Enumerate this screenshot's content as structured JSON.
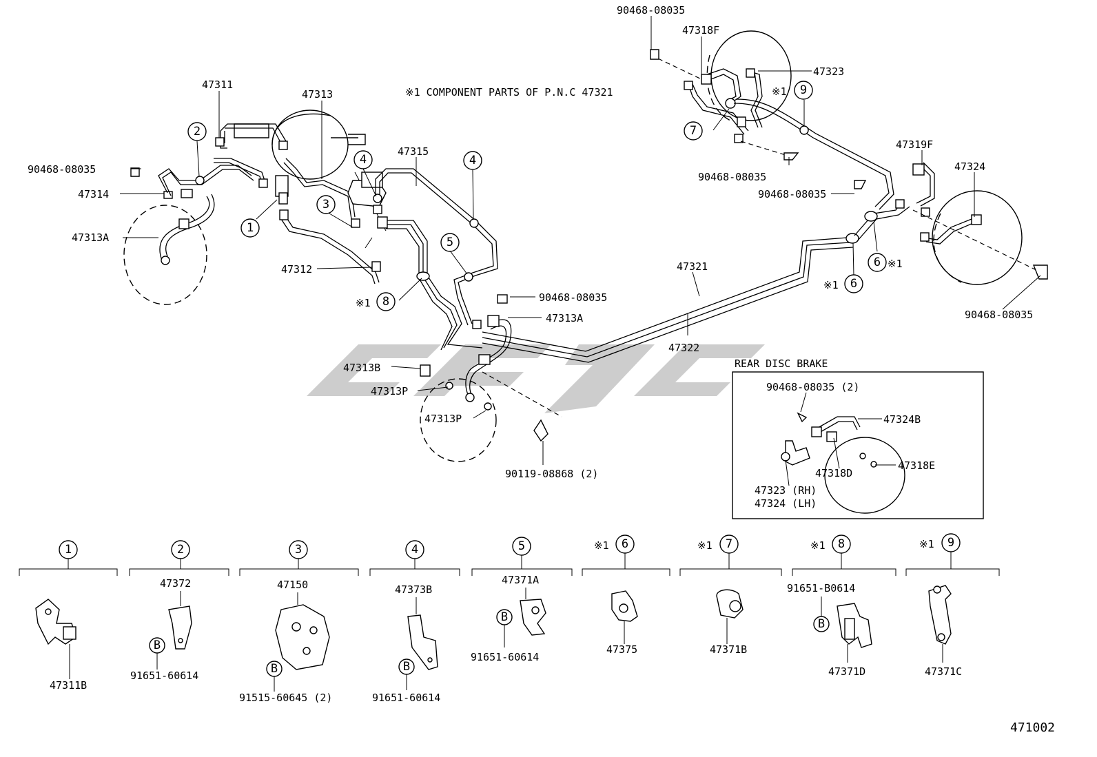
{
  "note": "※1 COMPONENT PARTS OF P.N.C 47321",
  "diagram_id": "471002",
  "rear_box_title": "REAR DISC BRAKE",
  "labels": {
    "p47311": "47311",
    "p47313": "47313",
    "p47315": "47315",
    "p90468_left": "90468-08035",
    "p47314": "47314",
    "p47313A_left": "47313A",
    "p47312": "47312",
    "p90468_mid": "90468-08035",
    "p47313A_mid": "47313A",
    "p47313B": "47313B",
    "p47313P_1": "47313P",
    "p47313P_2": "47313P",
    "p90119": "90119-08868 (2)",
    "p47321": "47321",
    "p47322": "47322",
    "p90468_top": "90468-08035",
    "p47318F": "47318F",
    "p47323": "47323",
    "p90468_r1": "90468-08035",
    "p90468_r2": "90468-08035",
    "p47319F": "47319F",
    "p47324": "47324",
    "p90468_r3": "90468-08035",
    "box_90468": "90468-08035 (2)",
    "box_47324B": "47324B",
    "box_47318D": "47318D",
    "box_47318E": "47318E",
    "box_47323": "47323 (RH)",
    "box_47324": "47324 (LH)"
  },
  "callouts": {
    "c1": "1",
    "c2": "2",
    "c3": "3",
    "c4a": "4",
    "c4b": "4",
    "c5": "5",
    "c6a": "6",
    "c6b": "6",
    "c7": "7",
    "c8": "8",
    "c9": "9",
    "mark": "※1"
  },
  "legend": [
    {
      "num": "1",
      "mark": "",
      "parts": [
        "47311B"
      ]
    },
    {
      "num": "2",
      "mark": "",
      "parts": [
        "47372",
        "91651-60614"
      ]
    },
    {
      "num": "3",
      "mark": "",
      "parts": [
        "47150",
        "91515-60645 (2)"
      ]
    },
    {
      "num": "4",
      "mark": "",
      "parts": [
        "47373B",
        "91651-60614"
      ]
    },
    {
      "num": "5",
      "mark": "",
      "parts": [
        "47371A",
        "91651-60614"
      ]
    },
    {
      "num": "6",
      "mark": "※1",
      "parts": [
        "47375"
      ]
    },
    {
      "num": "7",
      "mark": "※1",
      "parts": [
        "47371B"
      ]
    },
    {
      "num": "8",
      "mark": "※1",
      "parts": [
        "91651-B0614",
        "47371D"
      ]
    },
    {
      "num": "9",
      "mark": "※1",
      "parts": [
        "47371C"
      ]
    }
  ],
  "b_label": "B"
}
